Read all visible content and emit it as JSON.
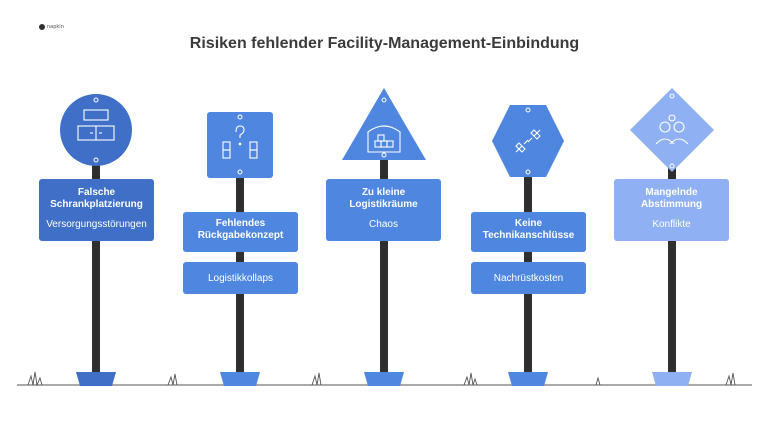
{
  "title": "Risiken fehlender Facility-Management-Einbindung",
  "logo_text": "napkin",
  "colors": {
    "dark": "#3f6fc6",
    "mid": "#4f86e0",
    "light": "#8fb0f2",
    "pole": "#2f2f2f",
    "ground": "#555555"
  },
  "signs": [
    {
      "shape": "circle",
      "icon": "cabinet-icon",
      "heading": "Falsche\nSchrankplatzierung",
      "consequence": "Versorgungsstörungen"
    },
    {
      "shape": "square",
      "icon": "boxes-question-icon",
      "heading": "Fehlendes\nRückgabekonzept",
      "consequence": "Logistikkollaps"
    },
    {
      "shape": "triangle",
      "icon": "storage-room-icon",
      "heading": "Zu kleine\nLogistikräume",
      "consequence": "Chaos"
    },
    {
      "shape": "hexagon",
      "icon": "plug-icon",
      "heading": "Keine\nTechnikanschlüsse",
      "consequence": "Nachrüstkosten"
    },
    {
      "shape": "diamond",
      "icon": "people-gear-icon",
      "heading": "Mangelnde\nAbstimmung",
      "consequence": "Konflikte"
    }
  ]
}
